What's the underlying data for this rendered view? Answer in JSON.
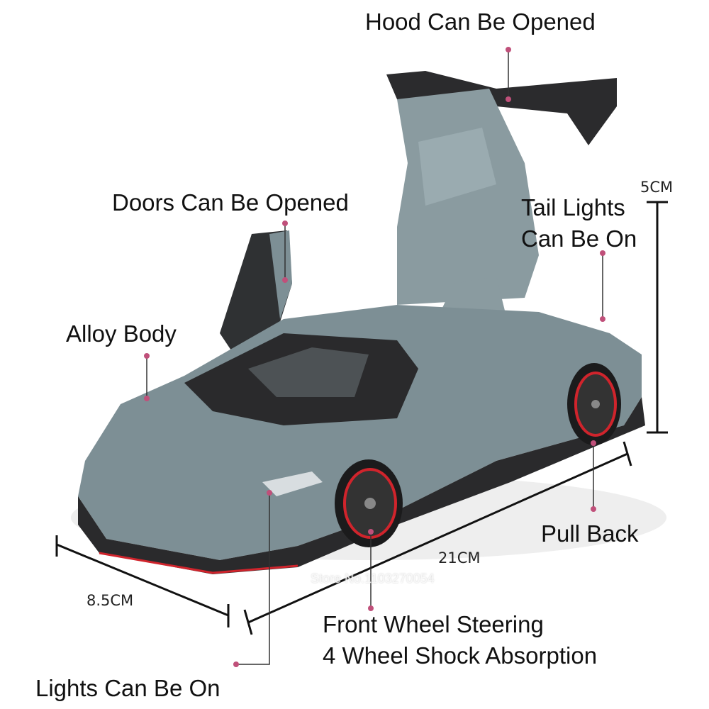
{
  "labels": {
    "hood": "Hood Can Be Opened",
    "doors": "Doors Can Be Opened",
    "tail_lights_1": "Tail Lights",
    "tail_lights_2": "Can Be On",
    "alloy": "Alloy Body",
    "pull_back": "Pull Back",
    "steering": "Front Wheel Steering",
    "shock": "4 Wheel Shock Absorption",
    "lights": "Lights Can Be On"
  },
  "dimensions": {
    "height": "5CM",
    "length": "21CM",
    "width": "8.5CM"
  },
  "watermark": "Store No.1103270054",
  "colors": {
    "body": "#7d8f95",
    "dark": "#2a2a2c",
    "accent_red": "#d0242c",
    "marker": "#c0507a"
  }
}
